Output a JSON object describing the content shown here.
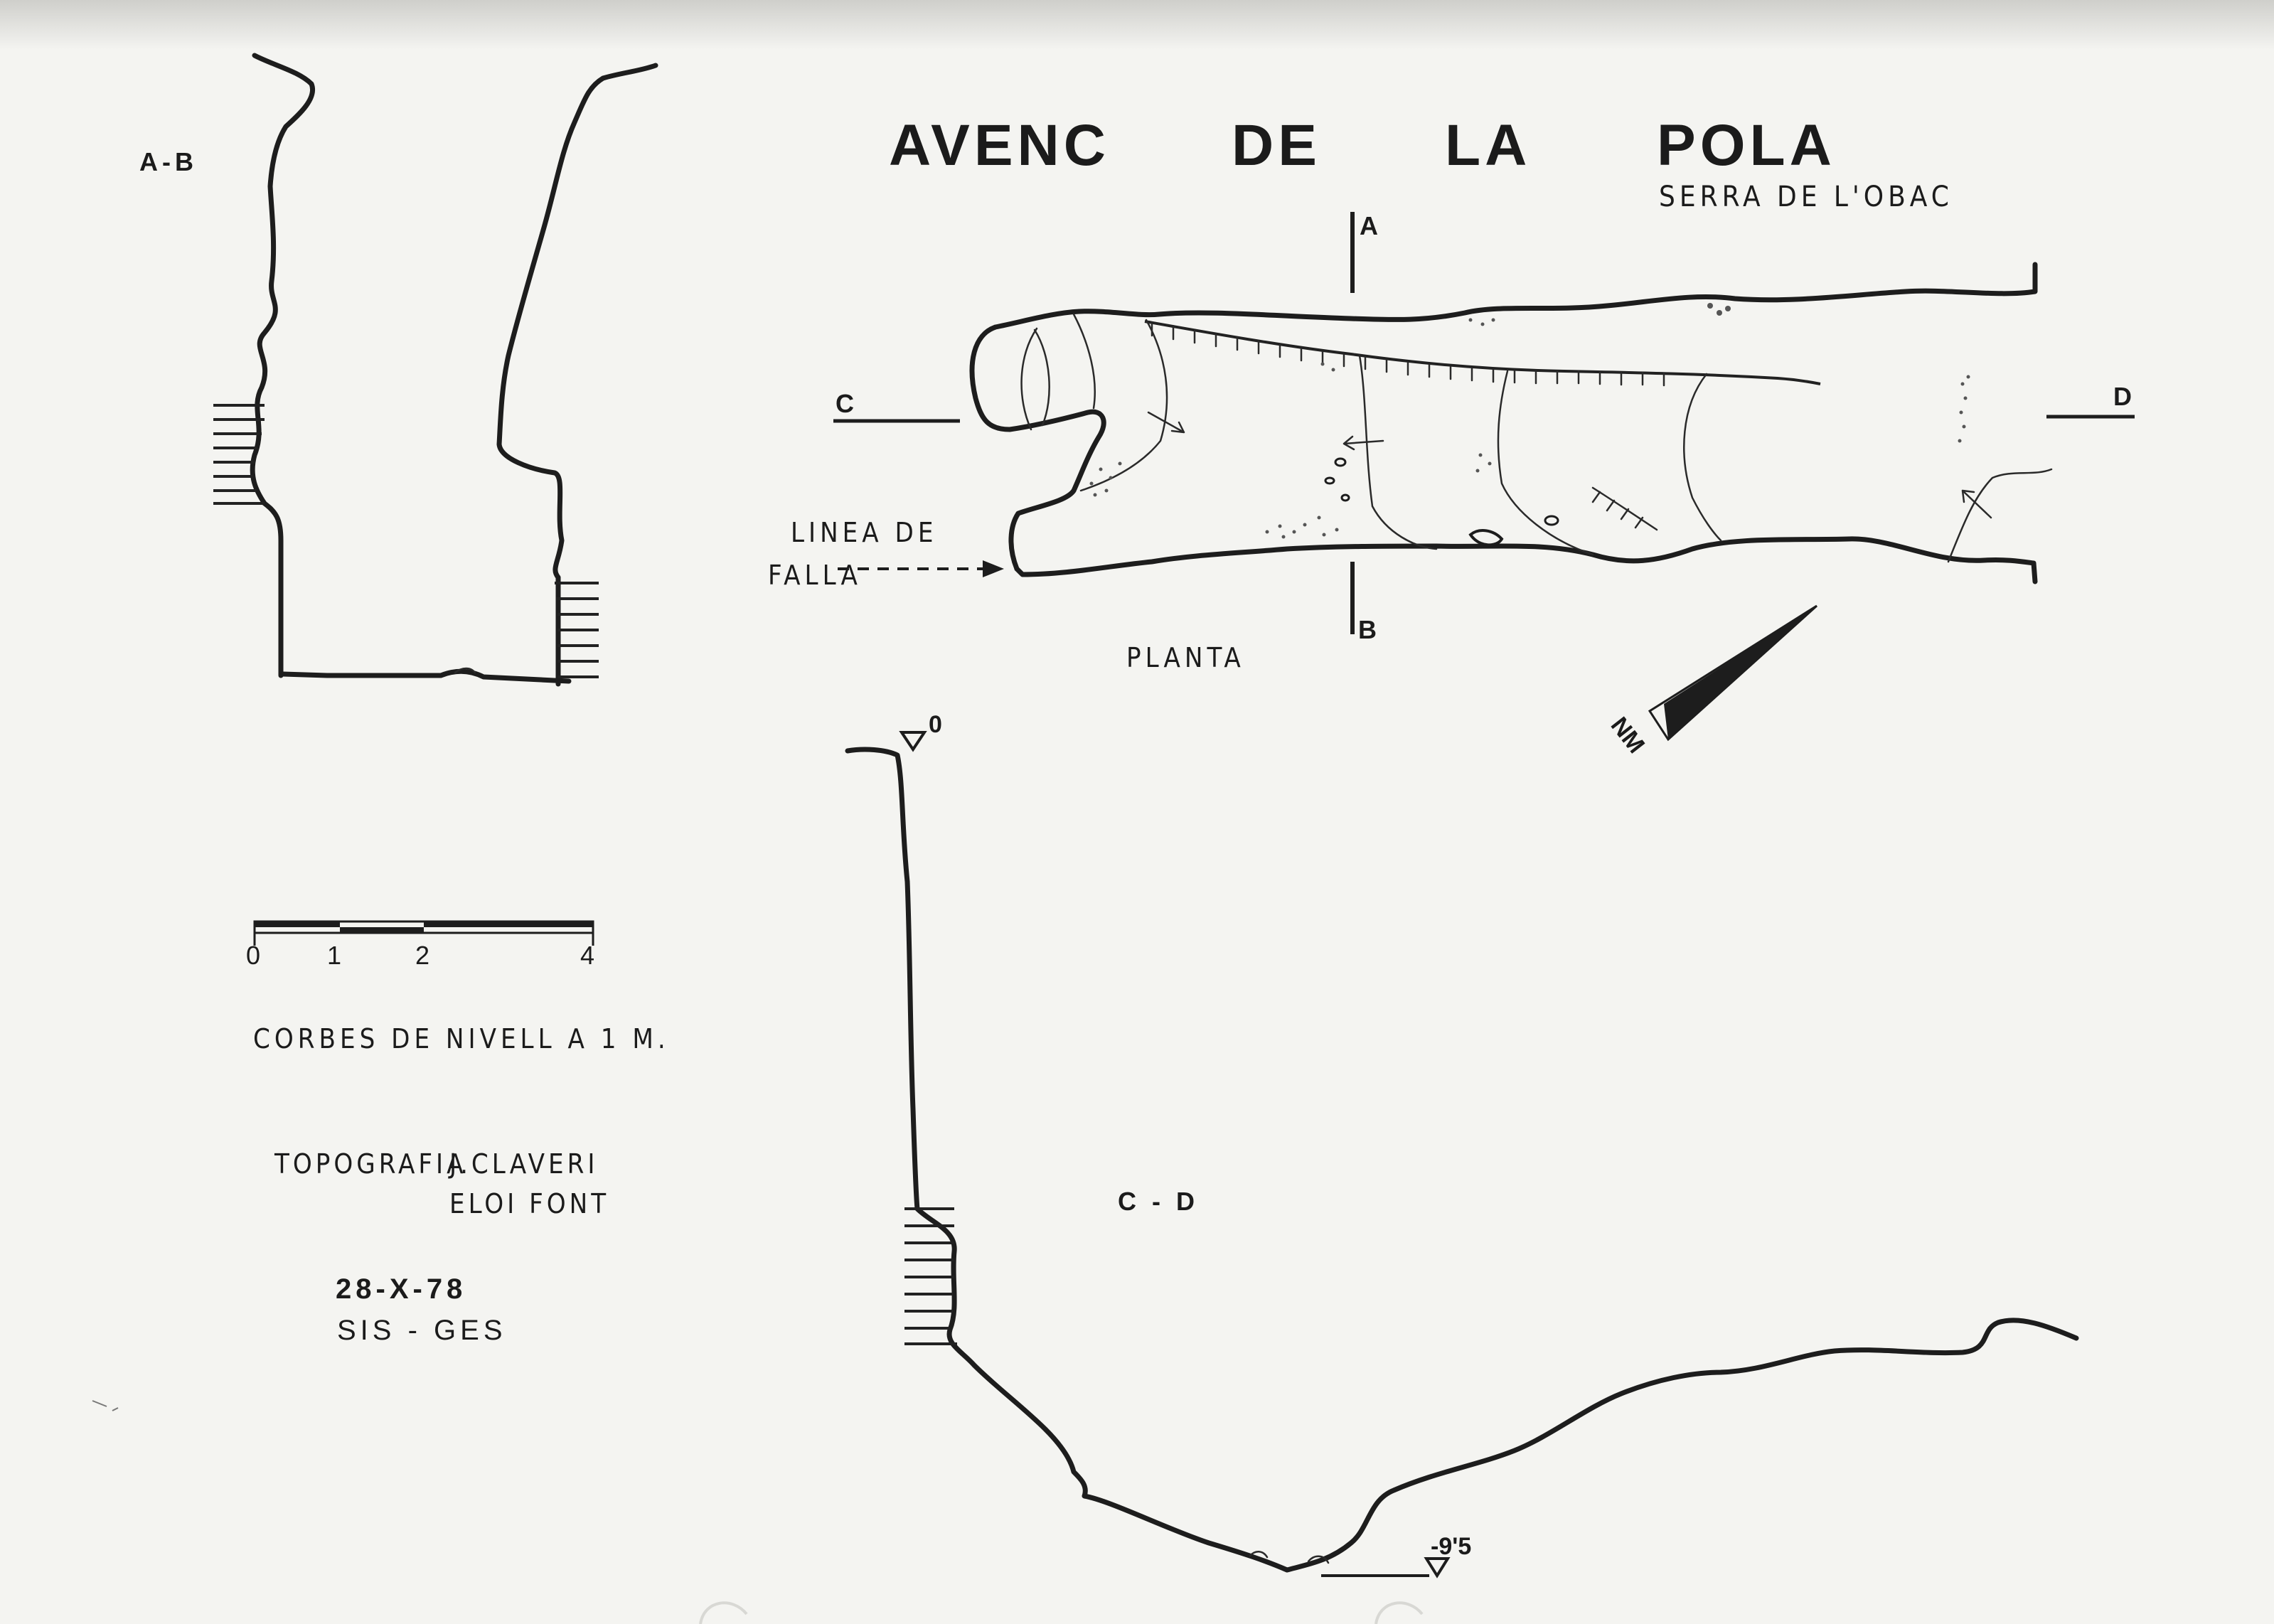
{
  "title": "AVENC DE LA POLA",
  "title_words": [
    "AVENC",
    "DE",
    "LA",
    "POLA"
  ],
  "subtitle": "SERRA DE L'OBAC",
  "sections": {
    "ab_label": "A-B",
    "cd_label": "C - D",
    "marker_a": "A",
    "marker_b": "B",
    "marker_c": "C",
    "marker_d": "D"
  },
  "plan": {
    "label": "PLANTA",
    "fault_label_line1": "LINEA DE",
    "fault_label_line2": "FALLA"
  },
  "north_arrow": {
    "label": "NM"
  },
  "scale_bar": {
    "ticks": [
      "0",
      "1",
      "2",
      "4"
    ]
  },
  "contours_note": "CORBES DE NIVELL A 1 M.",
  "credits": {
    "topography_label": "TOPOGRAFIA",
    "author_1": "J.CLAVERI",
    "author_2": "ELOI FONT"
  },
  "date": "28-X-78",
  "group": "SIS - GES",
  "elevations": {
    "top": "0",
    "bottom": "-9'5"
  }
}
